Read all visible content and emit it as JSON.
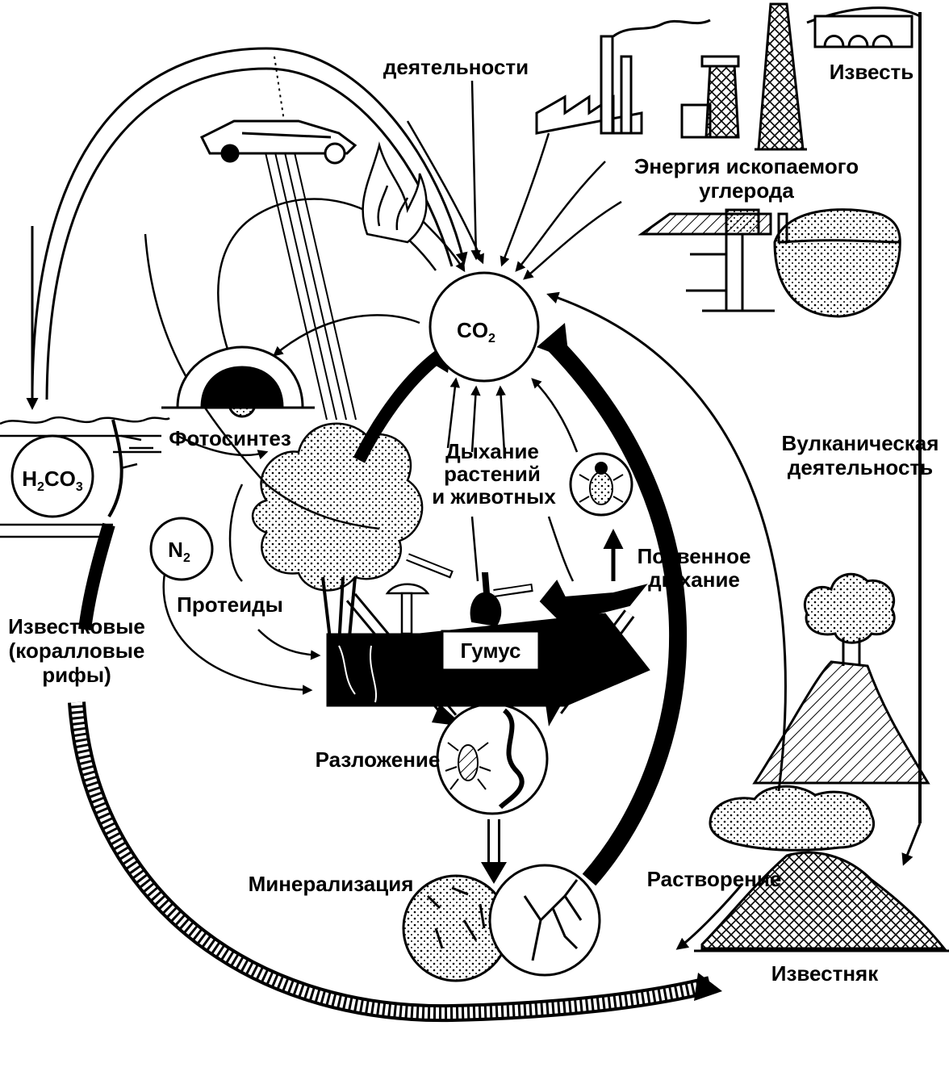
{
  "diagram": {
    "colors": {
      "ink": "#000000",
      "paper": "#ffffff"
    },
    "labels": {
      "human_activity": "деятельности",
      "lime": "Известь",
      "fossil_energy_line1": "Энергия ископаемого",
      "fossil_energy_line2": "углерода",
      "co2_main": "CO",
      "co2_sub": "2",
      "carbonic_acid_a": "H",
      "carbonic_acid_b": "2",
      "carbonic_acid_c": "CO",
      "carbonic_acid_d": "3",
      "photosynthesis": "Фотосинтез",
      "nitrogen_main": "N",
      "nitrogen_sub": "2",
      "respiration_line1": "Дыхание",
      "respiration_line2": "растений",
      "respiration_line3": "и животных",
      "volcanic_line1": "Вулканическая",
      "volcanic_line2": "деятельность",
      "soil_resp_line1": "Почвенное",
      "soil_resp_line2": "дыхание",
      "proteins": "Протеиды",
      "calcareous_line1": "Известковые",
      "calcareous_line2": "(коралловые",
      "calcareous_line3": "рифы)",
      "humus": "Гумус",
      "decomposition": "Разложение",
      "mineralization": "Минерализация",
      "dissolution": "Растворение",
      "limestone": "Известняк"
    },
    "icons": [
      "factory-icon",
      "mine-tower-icon",
      "oil-derrick-icon",
      "lime-kiln-icon",
      "coal-mine-icon",
      "coal-pile-icon",
      "car-icon",
      "fire-icon",
      "sun-icon",
      "tree-icon",
      "mushroom-icon",
      "rabbit-icon",
      "fox-icon",
      "beetle-icon",
      "insect-icon",
      "worm-icon",
      "microbe-icon",
      "fungi-icon",
      "volcano-icon",
      "limestone-rock-icon",
      "water-icon"
    ]
  }
}
